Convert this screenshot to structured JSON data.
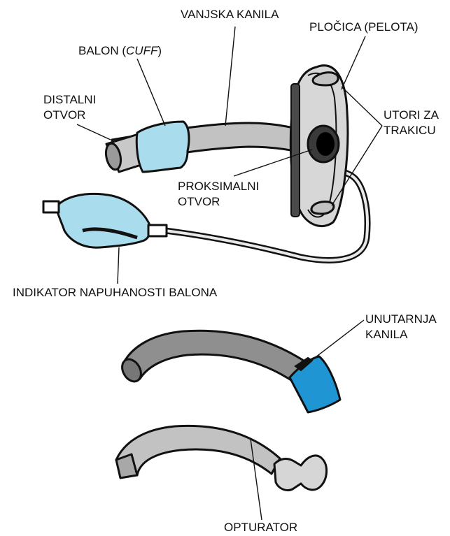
{
  "labels": {
    "outer_cannula": "VANJSKA KANILA",
    "flange": "PLOČICA (PELOTA)",
    "cuff_main": "BALON (",
    "cuff_italic": "CUFF",
    "cuff_close": ")",
    "distal_1": "DISTALNI",
    "distal_2": "OTVOR",
    "slots_1": "UTORI ZA",
    "slots_2": "TRAKICU",
    "proximal_1": "PROKSIMALNI",
    "proximal_2": "OTVOR",
    "indicator": "INDIKATOR NAPUHANOSTI BALONA",
    "inner_1": "UNUTARNJA",
    "inner_2": "KANILA",
    "obturator": "OPTURATOR"
  },
  "colors": {
    "tube_gray": "#c2c2c2",
    "inner_gray": "#8f8f8f",
    "cuff_blue": "#a9dcec",
    "inner_hub_blue": "#1f95d4",
    "outline": "#111111"
  }
}
